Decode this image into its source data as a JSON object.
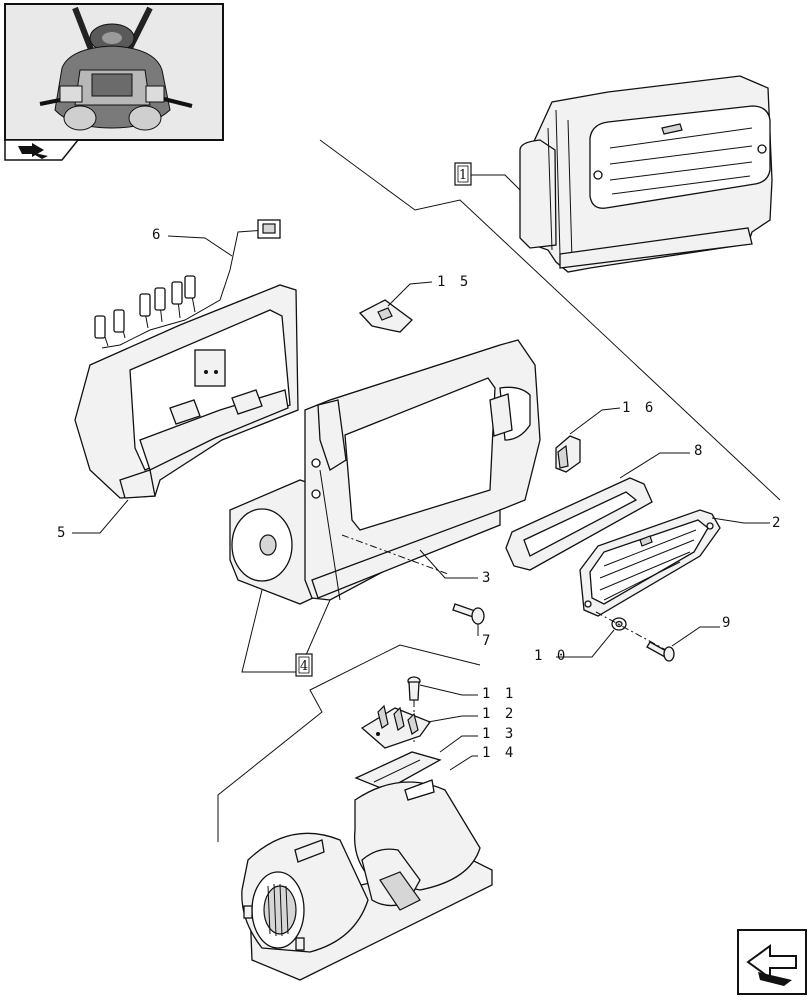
{
  "callouts": {
    "c1": "1",
    "c2": "2",
    "c3": "3",
    "c4": "4",
    "c5": "5",
    "c6": "6",
    "c7": "7",
    "c8": "8",
    "c9": "9",
    "c10": "1 0",
    "c11": "1 1",
    "c12": "1 2",
    "c13": "1 3",
    "c14": "1 4",
    "c15": "1 5",
    "c16": "1 6"
  },
  "icons": {
    "top_left_thumbnail": "tractor-cab-thumbnail",
    "small_nav_arrow": "next-page-arrow-icon",
    "bottom_right_nav": "previous-page-arrow-icon"
  }
}
